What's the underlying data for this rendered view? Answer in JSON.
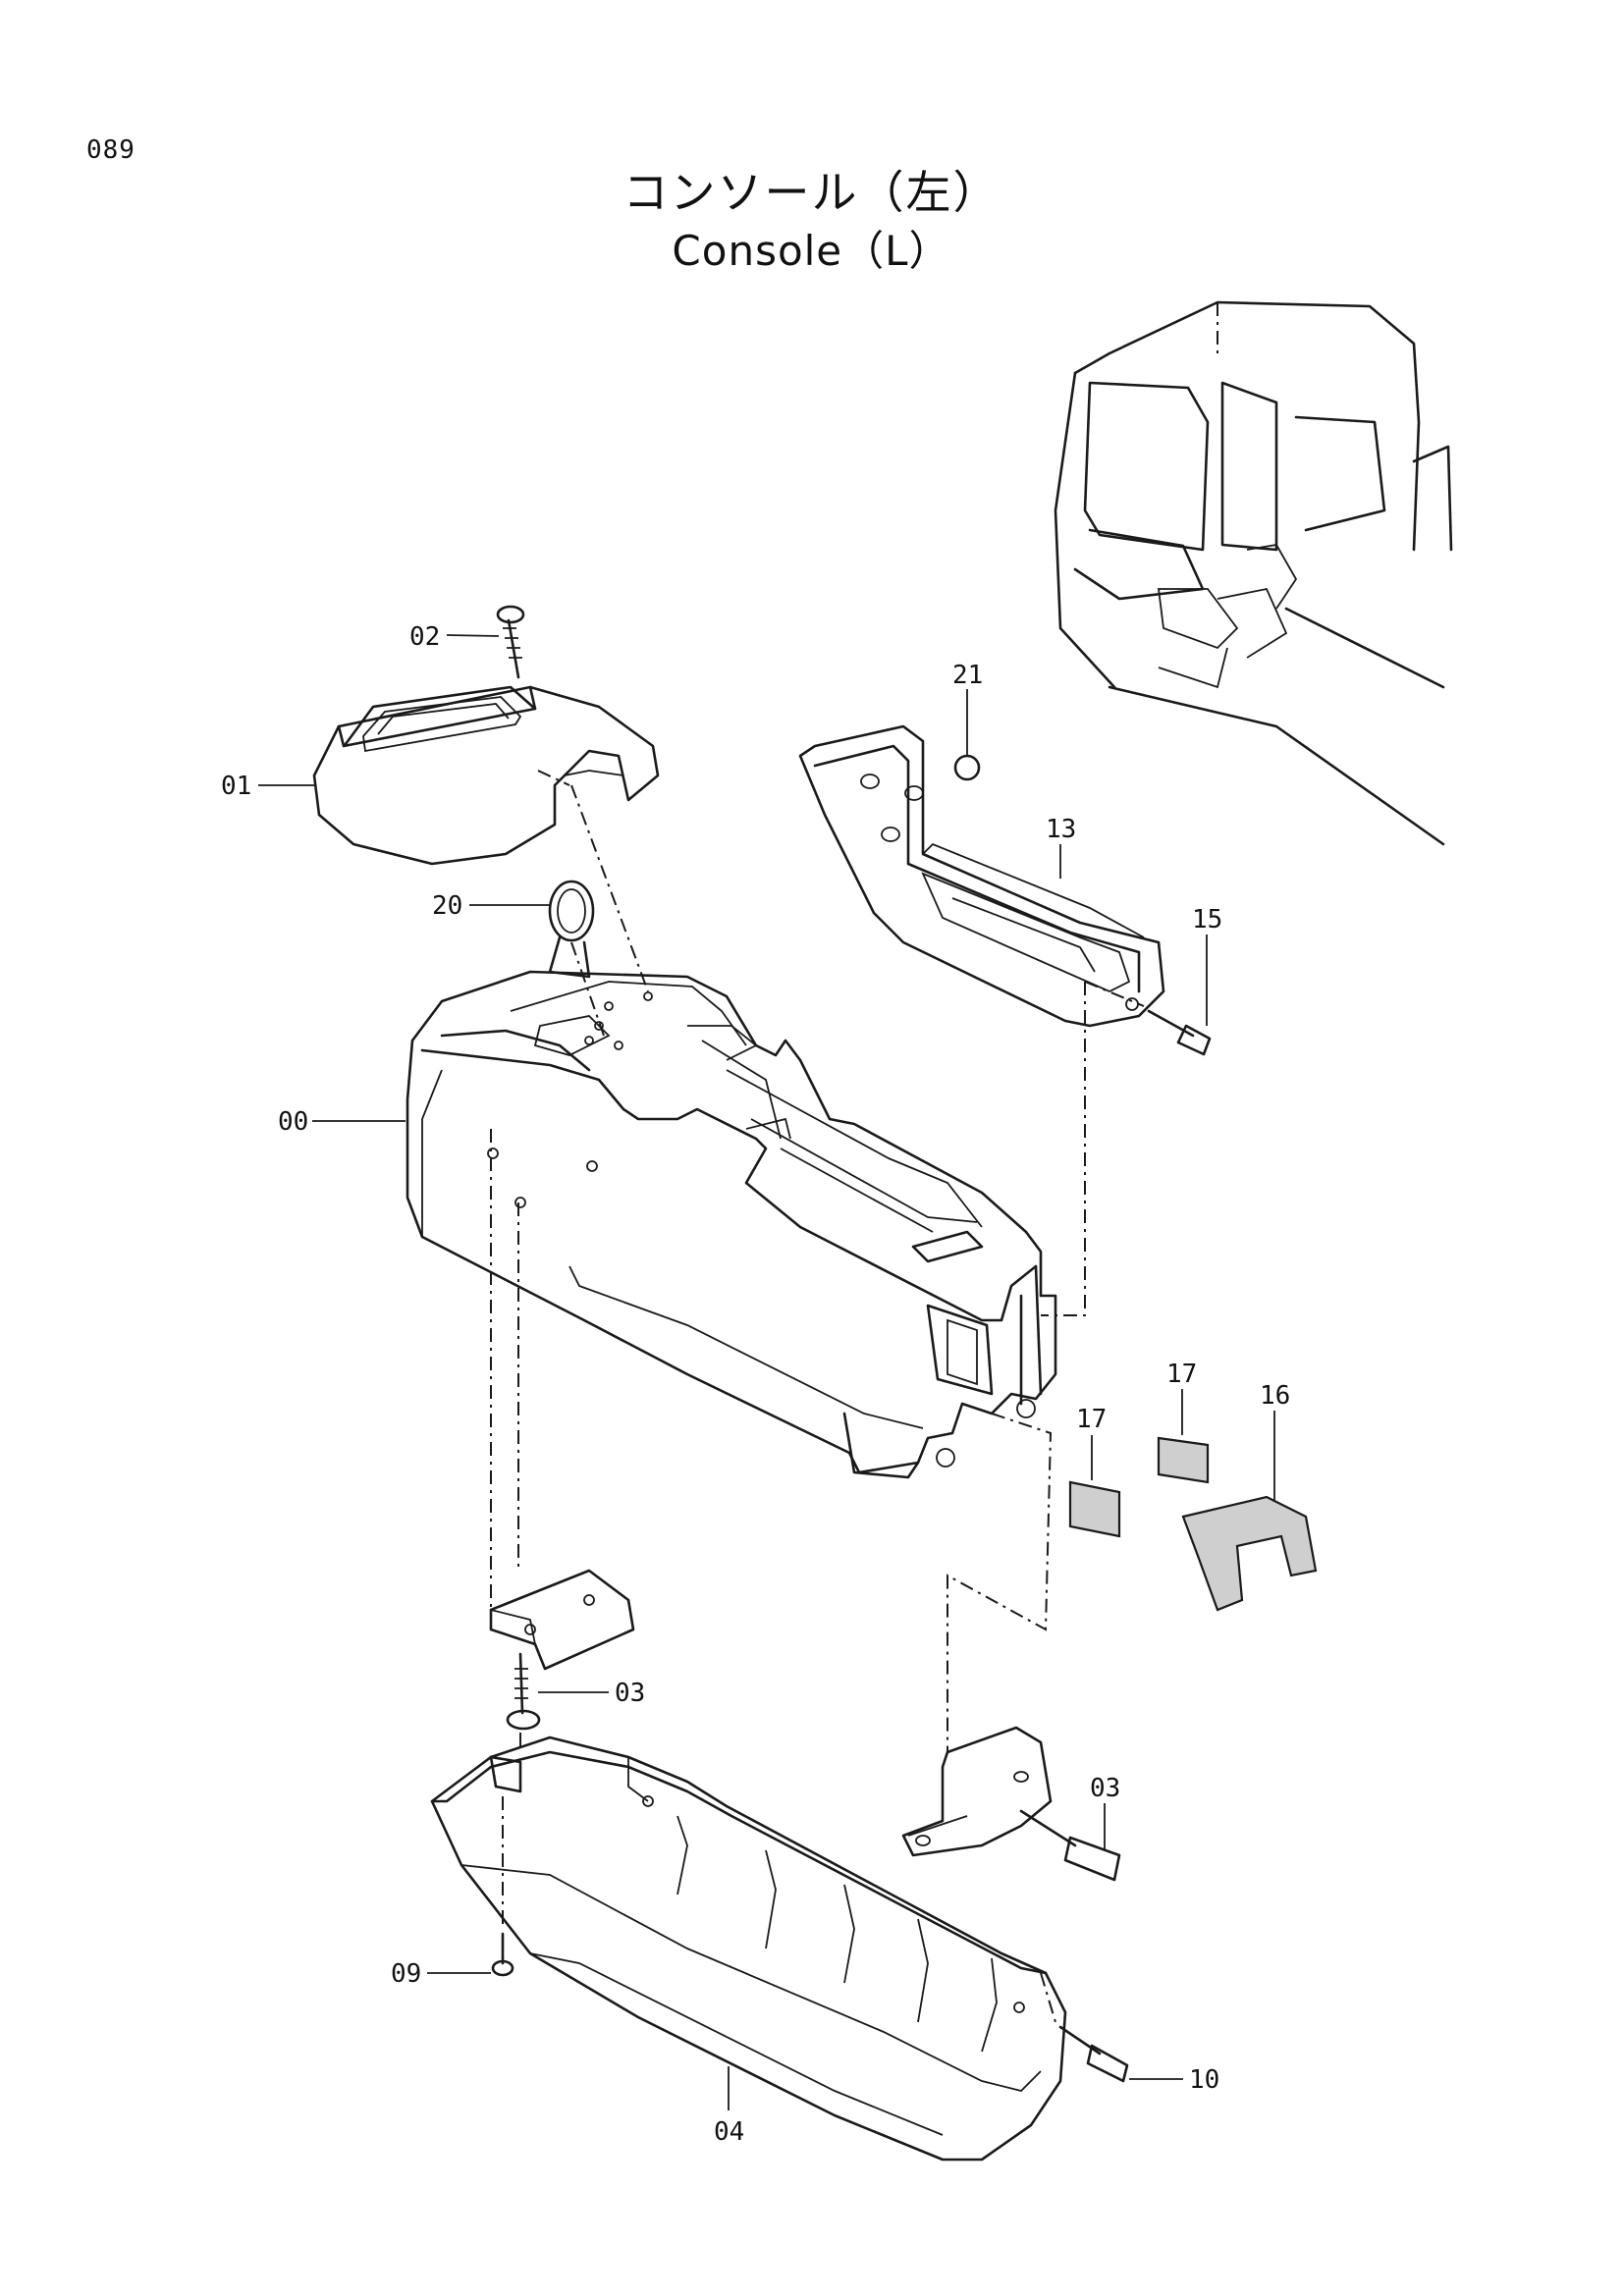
{
  "page_number": "089",
  "title_ja": "コンソール（左）",
  "title_en": "Console（L）",
  "parts": [
    {
      "id": "02",
      "label": "02"
    },
    {
      "id": "01",
      "label": "01"
    },
    {
      "id": "20",
      "label": "20"
    },
    {
      "id": "00",
      "label": "00"
    },
    {
      "id": "21",
      "label": "21"
    },
    {
      "id": "13",
      "label": "13"
    },
    {
      "id": "15",
      "label": "15"
    },
    {
      "id": "17a",
      "label": "17"
    },
    {
      "id": "17b",
      "label": "17"
    },
    {
      "id": "16",
      "label": "16"
    },
    {
      "id": "03a",
      "label": "03"
    },
    {
      "id": "03b",
      "label": "03"
    },
    {
      "id": "09",
      "label": "09"
    },
    {
      "id": "04",
      "label": "04"
    },
    {
      "id": "10",
      "label": "10"
    }
  ]
}
